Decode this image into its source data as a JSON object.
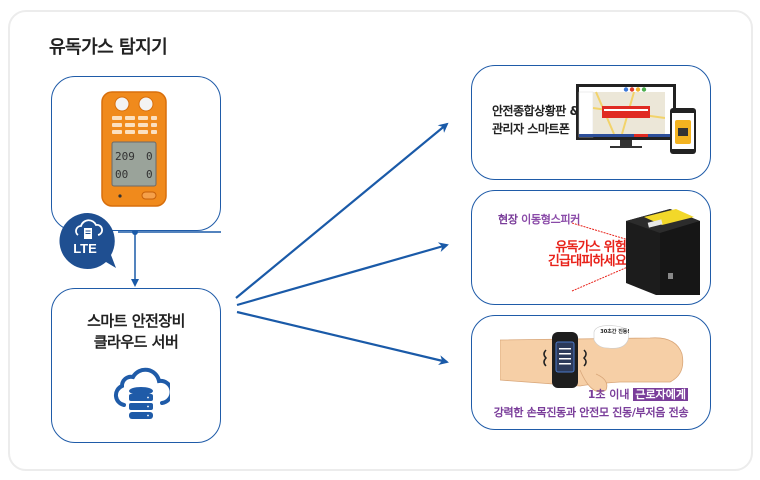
{
  "title": "유독가스 탐지기",
  "detector": {
    "lte_badge": "LTE"
  },
  "server": {
    "label_line1": "스마트 안전장비",
    "label_line2": "클라우드 서버",
    "icon": "cloud-database-icon"
  },
  "outputs": [
    {
      "label_line1": "안전종합상황판 &",
      "label_line2": "관리자 스마트폰",
      "image": "monitor-and-smartphone"
    },
    {
      "label_prefix": "현장",
      "label_suffix": " 이동형스피커",
      "warning_line1": "유독가스 위험",
      "warning_line2": "긴급대피하세요",
      "image": "portable-speaker"
    },
    {
      "line1_prefix": "1초 이내 ",
      "line1_highlight": "근로자에게",
      "line2": "강력한 손목진동과 안전모 진동/부저음 전송",
      "bubble_text": "30초간 진동!",
      "image": "wrist-band-vibration"
    }
  ],
  "colors": {
    "accent": "#1f5ba8",
    "arrow": "#1a5aa8",
    "purple": "#7a3d9a",
    "warning_red": "#e8221a",
    "device_orange": "#f08a1c"
  }
}
